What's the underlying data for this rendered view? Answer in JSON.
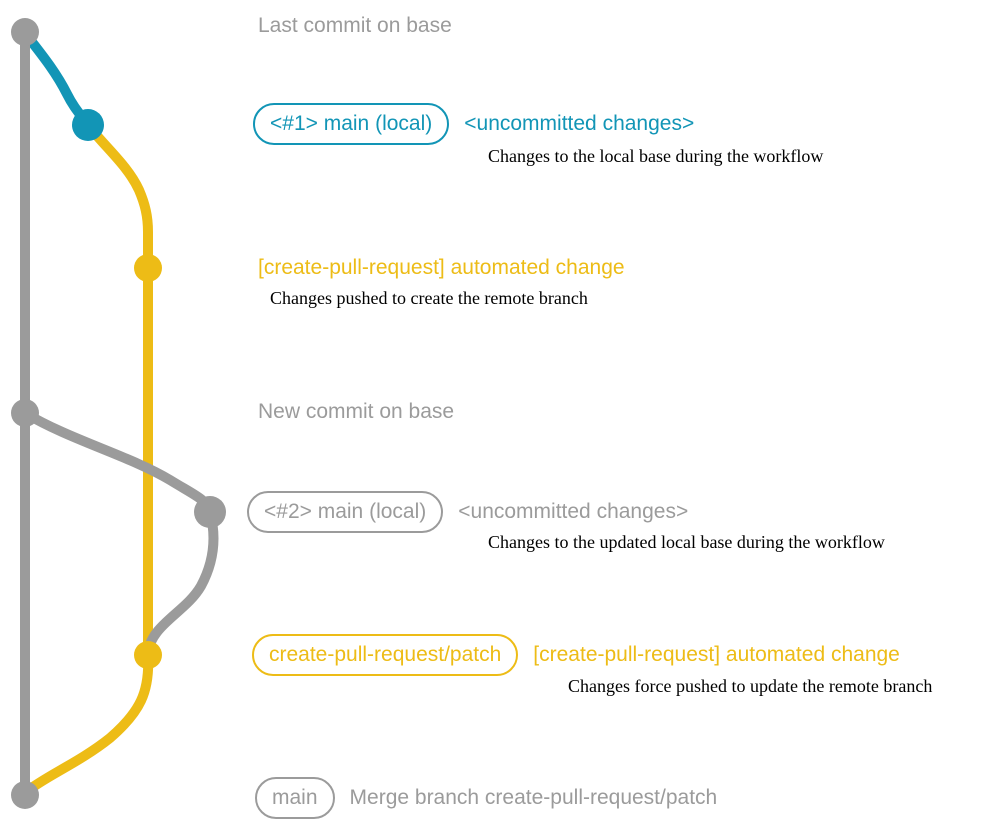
{
  "colors": {
    "gray": "#9b9b9b",
    "blue": "#1295b6",
    "yellow": "#edbc16",
    "ink": "#000000"
  },
  "graph": {
    "branches": [
      {
        "name": "base",
        "color": "gray"
      },
      {
        "name": "main (local)",
        "color": "blue-then-gray"
      },
      {
        "name": "create-pull-request/patch",
        "color": "yellow"
      }
    ],
    "commits": [
      {
        "id": "last-commit-on-base",
        "color": "gray"
      },
      {
        "id": "main-local-1",
        "color": "blue"
      },
      {
        "id": "automated-change-1",
        "color": "yellow"
      },
      {
        "id": "new-commit-on-base",
        "color": "gray"
      },
      {
        "id": "main-local-2",
        "color": "gray"
      },
      {
        "id": "automated-change-2",
        "color": "yellow"
      },
      {
        "id": "merge-commit",
        "color": "gray"
      }
    ]
  },
  "annotations": {
    "last_commit": "Last commit on base",
    "checkpoint1": {
      "pill": "<#1> main (local)",
      "status": "<uncommitted changes>",
      "description": "Changes to the local base during the workflow"
    },
    "push1": {
      "title": "[create-pull-request] automated change",
      "description": "Changes pushed to create the remote branch"
    },
    "new_commit": "New commit on base",
    "checkpoint2": {
      "pill": "<#2> main (local)",
      "status": "<uncommitted changes>",
      "description": "Changes to the updated local base during the workflow"
    },
    "push2": {
      "pill": "create-pull-request/patch",
      "title": "[create-pull-request] automated change",
      "description": "Changes force pushed to update the remote branch"
    },
    "merge": {
      "pill": "main",
      "message": "Merge branch create-pull-request/patch"
    }
  }
}
